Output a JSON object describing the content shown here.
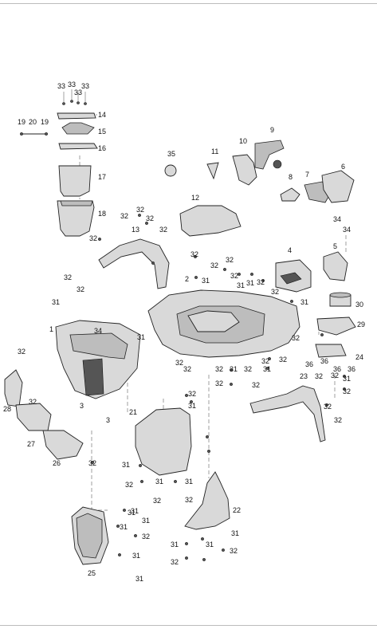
{
  "callouts": [
    {
      "id": "c1",
      "text": "33"
    },
    {
      "id": "c2",
      "text": "33"
    },
    {
      "id": "c3",
      "text": "33"
    },
    {
      "id": "c4",
      "text": "33"
    },
    {
      "id": "c5",
      "text": "14"
    },
    {
      "id": "c6",
      "text": "19"
    },
    {
      "id": "c7",
      "text": "20"
    },
    {
      "id": "c8",
      "text": "19"
    },
    {
      "id": "c9",
      "text": "15"
    },
    {
      "id": "c10",
      "text": "16"
    },
    {
      "id": "c11",
      "text": "17"
    },
    {
      "id": "c12",
      "text": "18"
    },
    {
      "id": "c13",
      "text": "35"
    },
    {
      "id": "c14",
      "text": "11"
    },
    {
      "id": "c15",
      "text": "10"
    },
    {
      "id": "c16",
      "text": "9"
    },
    {
      "id": "c17",
      "text": "8"
    },
    {
      "id": "c18",
      "text": "7"
    },
    {
      "id": "c19",
      "text": "6"
    },
    {
      "id": "c20",
      "text": "12"
    },
    {
      "id": "c21",
      "text": "32"
    },
    {
      "id": "c22",
      "text": "32"
    },
    {
      "id": "c23",
      "text": "13"
    },
    {
      "id": "c24",
      "text": "32"
    },
    {
      "id": "c25",
      "text": "32"
    },
    {
      "id": "c26",
      "text": "34"
    },
    {
      "id": "c27",
      "text": "34"
    },
    {
      "id": "c28",
      "text": "4"
    },
    {
      "id": "c29",
      "text": "32"
    },
    {
      "id": "c30",
      "text": "32"
    },
    {
      "id": "c31",
      "text": "32"
    },
    {
      "id": "c32",
      "text": "2"
    },
    {
      "id": "c33",
      "text": "31"
    },
    {
      "id": "c34",
      "text": "32"
    },
    {
      "id": "c35",
      "text": "31"
    },
    {
      "id": "c36",
      "text": "31"
    },
    {
      "id": "c37",
      "text": "32"
    },
    {
      "id": "c38",
      "text": "32"
    },
    {
      "id": "c39",
      "text": "30"
    },
    {
      "id": "c40",
      "text": "29"
    },
    {
      "id": "c41",
      "text": "24"
    },
    {
      "id": "c42",
      "text": "1"
    },
    {
      "id": "c43",
      "text": "31"
    },
    {
      "id": "c44",
      "text": "32"
    },
    {
      "id": "c45",
      "text": "32"
    },
    {
      "id": "c46",
      "text": "34"
    },
    {
      "id": "c47",
      "text": "31"
    },
    {
      "id": "c48",
      "text": "32"
    },
    {
      "id": "c49",
      "text": "28"
    },
    {
      "id": "c50",
      "text": "32"
    },
    {
      "id": "c51",
      "text": "3"
    },
    {
      "id": "c52",
      "text": "3"
    },
    {
      "id": "c53",
      "text": "27"
    },
    {
      "id": "c54",
      "text": "26"
    },
    {
      "id": "c55",
      "text": "32"
    },
    {
      "id": "c56",
      "text": "21"
    },
    {
      "id": "c57",
      "text": "32"
    },
    {
      "id": "c58",
      "text": "31"
    },
    {
      "id": "c59",
      "text": "31"
    },
    {
      "id": "c60",
      "text": "32"
    },
    {
      "id": "c61",
      "text": "31"
    },
    {
      "id": "c62",
      "text": "32"
    },
    {
      "id": "c63",
      "text": "31"
    },
    {
      "id": "c64",
      "text": "32"
    },
    {
      "id": "c65",
      "text": "22"
    },
    {
      "id": "c66",
      "text": "31"
    },
    {
      "id": "c67",
      "text": "31"
    },
    {
      "id": "c68",
      "text": "32"
    },
    {
      "id": "c69",
      "text": "31"
    },
    {
      "id": "c70",
      "text": "31"
    },
    {
      "id": "c71",
      "text": "31"
    },
    {
      "id": "c72",
      "text": "32"
    },
    {
      "id": "c73",
      "text": "32"
    },
    {
      "id": "c74",
      "text": "31"
    },
    {
      "id": "c75",
      "text": "31"
    },
    {
      "id": "c76",
      "text": "31"
    },
    {
      "id": "c77",
      "text": "25"
    },
    {
      "id": "c78",
      "text": "31"
    },
    {
      "id": "c79",
      "text": "23"
    },
    {
      "id": "c80",
      "text": "32"
    },
    {
      "id": "c81",
      "text": "32"
    },
    {
      "id": "c82",
      "text": "32"
    },
    {
      "id": "c83",
      "text": "36"
    },
    {
      "id": "c84",
      "text": "36"
    },
    {
      "id": "c85",
      "text": "31"
    },
    {
      "id": "c86",
      "text": "32"
    },
    {
      "id": "c87",
      "text": "32"
    },
    {
      "id": "c88",
      "text": "5"
    },
    {
      "id": "c89",
      "text": "32"
    },
    {
      "id": "c90",
      "text": "31"
    },
    {
      "id": "c91",
      "text": "32"
    },
    {
      "id": "c92",
      "text": "32"
    },
    {
      "id": "c93",
      "text": "31"
    },
    {
      "id": "c94",
      "text": "32"
    },
    {
      "id": "c95",
      "text": "32"
    },
    {
      "id": "c96",
      "text": "32"
    },
    {
      "id": "c97",
      "text": "31"
    },
    {
      "id": "c98",
      "text": "32"
    },
    {
      "id": "c99",
      "text": "32"
    },
    {
      "id": "c100",
      "text": "32"
    },
    {
      "id": "c101",
      "text": "32"
    },
    {
      "id": "c102",
      "text": "36"
    },
    {
      "id": "c103",
      "text": "36"
    }
  ]
}
